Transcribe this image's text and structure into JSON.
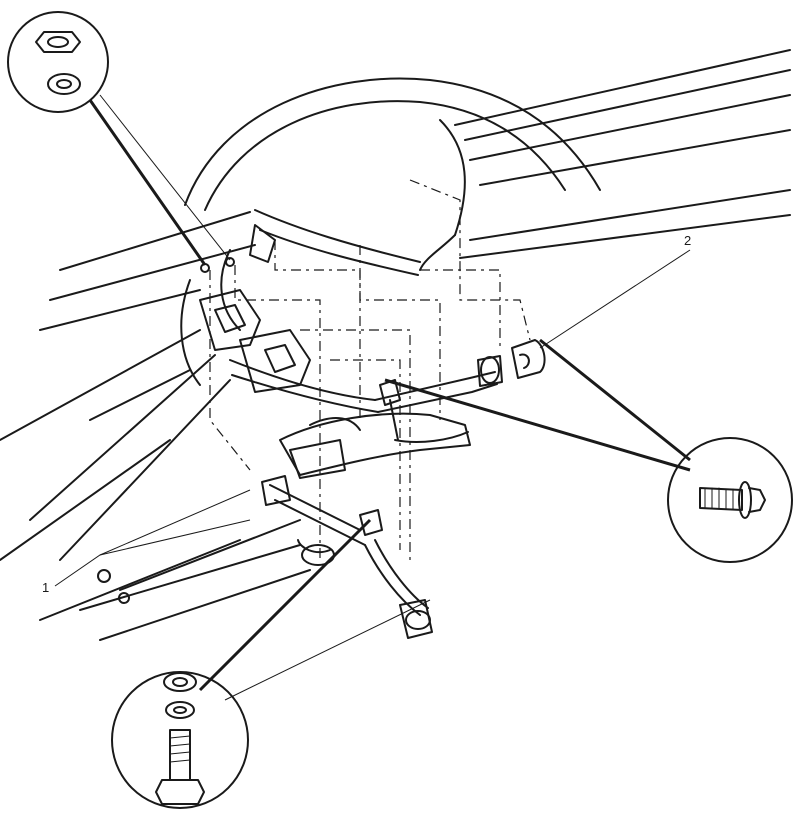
{
  "callouts": [
    {
      "id": "callout-1",
      "label": "1"
    },
    {
      "id": "callout-2",
      "label": "2"
    }
  ],
  "detail_views": [
    {
      "id": "detail-nut-washer",
      "parts": [
        "nut-icon",
        "lock-washer-icon"
      ]
    },
    {
      "id": "detail-flange-bolt",
      "parts": [
        "flange-bolt-icon"
      ]
    },
    {
      "id": "detail-bolt-washers",
      "parts": [
        "nut-icon",
        "lock-washer-icon",
        "hex-bolt-icon"
      ]
    }
  ],
  "colors": {
    "ink": "#1a1a1a",
    "paper": "#ffffff"
  }
}
